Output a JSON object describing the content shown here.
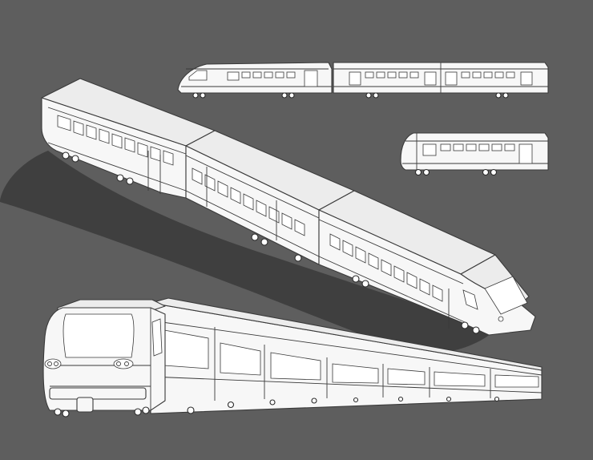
{
  "scene": {
    "views": [
      {
        "name": "side-view-two-cars"
      },
      {
        "name": "side-view-single-car"
      },
      {
        "name": "isometric-view-three-cars"
      },
      {
        "name": "front-perspective-view"
      }
    ],
    "colors": {
      "background": "#5e5e5e",
      "shadow": "#3f3f3f",
      "train_body": "#f7f7f7",
      "outline": "#3a3a3a"
    }
  }
}
